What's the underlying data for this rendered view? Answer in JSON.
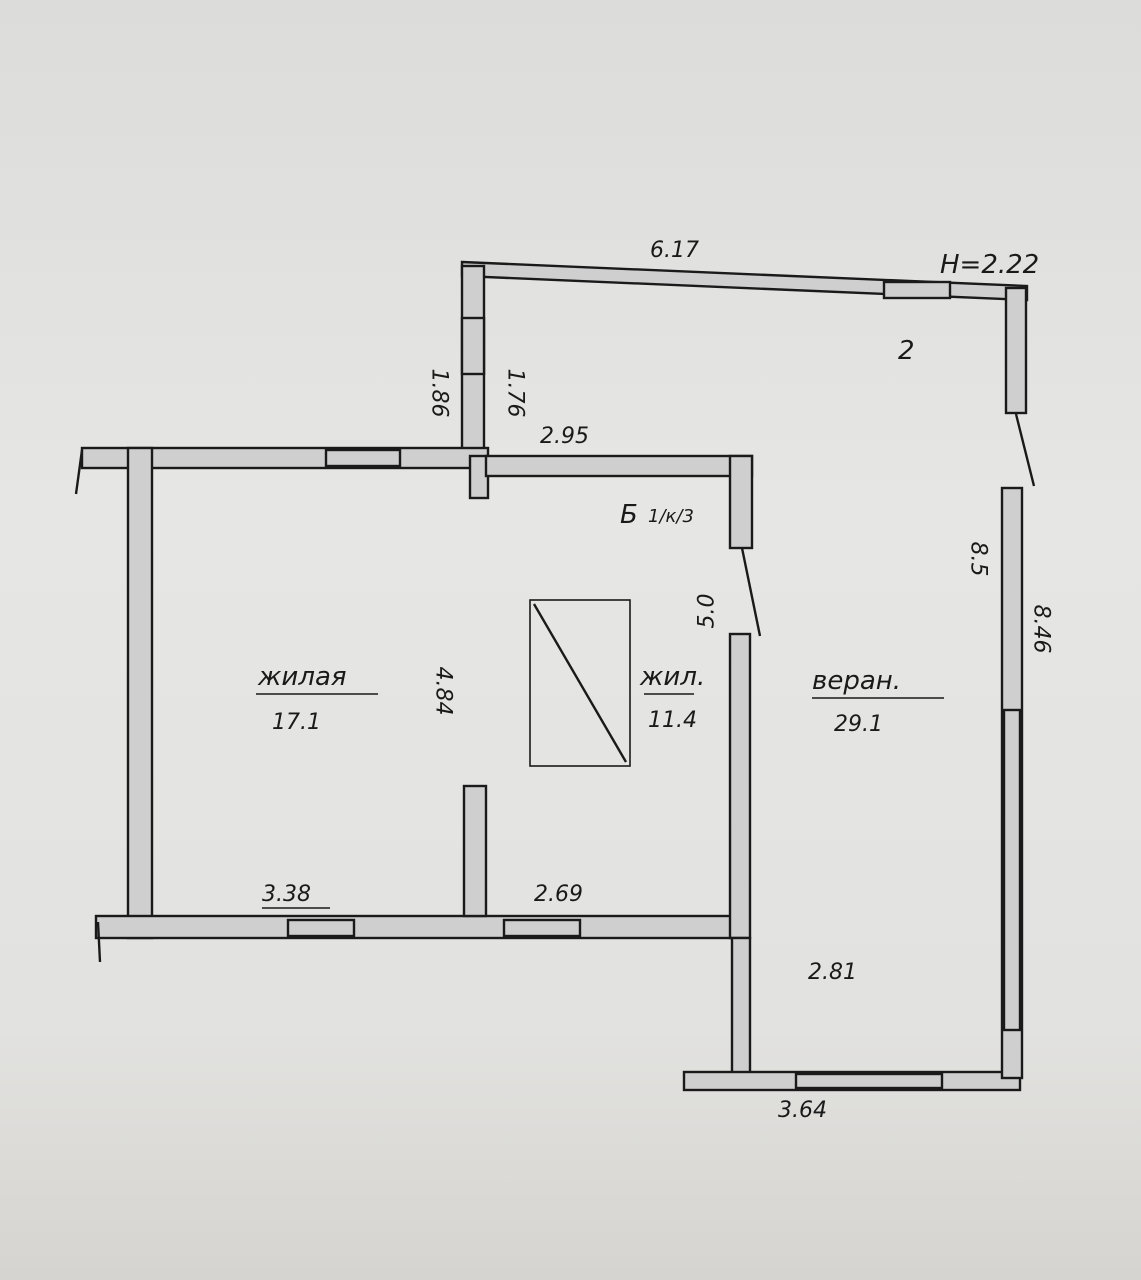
{
  "plan": {
    "height_label": "H=2.22",
    "rooms": {
      "room_2": {
        "number": "2"
      },
      "living": {
        "name": "жилая",
        "area": "17.1"
      },
      "living_small": {
        "name": "жил.",
        "area": "11.4"
      },
      "veranda": {
        "name": "веран.",
        "area": "29.1"
      },
      "stairs": {
        "mark": "Б",
        "sub": "1/к/3"
      }
    },
    "dimensions": {
      "top_617": "6.17",
      "left_186": "1.86",
      "left_176": "1.76",
      "mid_295": "2.95",
      "right_85": "8.5",
      "right_846": "8.46",
      "mid_50": "5.0",
      "living_484": "4.84",
      "bottom_338": "3.38",
      "bottom_269": "2.69",
      "bottom_281": "2.81",
      "bottom_364": "3.64"
    }
  }
}
